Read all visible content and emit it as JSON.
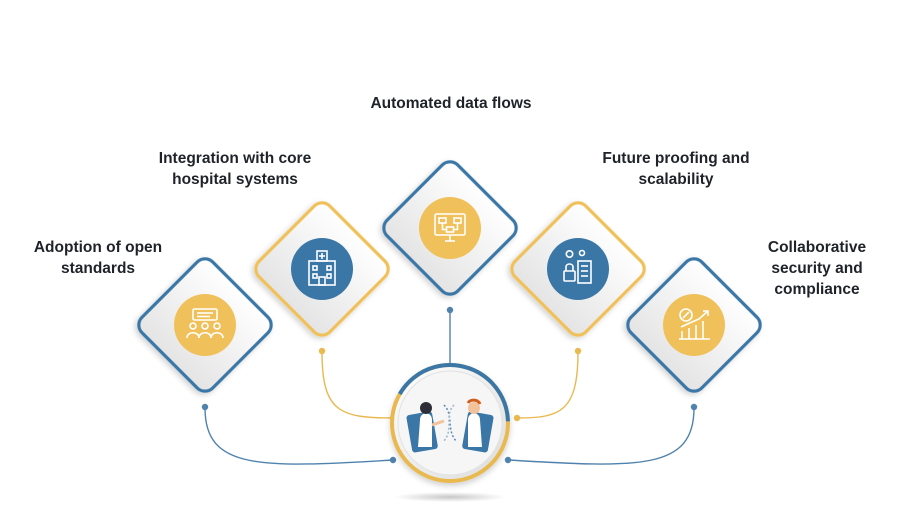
{
  "colors": {
    "blue": "#3b77a6",
    "gold": "#f0c15a",
    "blue_line": "#5a8cb4",
    "gold_line": "#e9b94f"
  },
  "nodes": [
    {
      "id": "open-standards",
      "label": "Adoption of open standards",
      "icon": "team-meeting-icon",
      "frame": "blue",
      "circle": "gold"
    },
    {
      "id": "core-systems",
      "label": "Integration with core hospital systems",
      "icon": "hospital-building-icon",
      "frame": "gold",
      "circle": "blue"
    },
    {
      "id": "data-flows",
      "label": "Automated data flows",
      "icon": "monitor-flow-icon",
      "frame": "blue",
      "circle": "gold"
    },
    {
      "id": "scalability",
      "label": "Future proofing and scalability",
      "icon": "secure-building-icon",
      "frame": "gold",
      "circle": "blue"
    },
    {
      "id": "security",
      "label": "Collaborative security and compliance",
      "icon": "growth-chart-icon",
      "frame": "blue",
      "circle": "gold"
    }
  ],
  "hub": {
    "icon": "telehealth-doctors-icon"
  }
}
